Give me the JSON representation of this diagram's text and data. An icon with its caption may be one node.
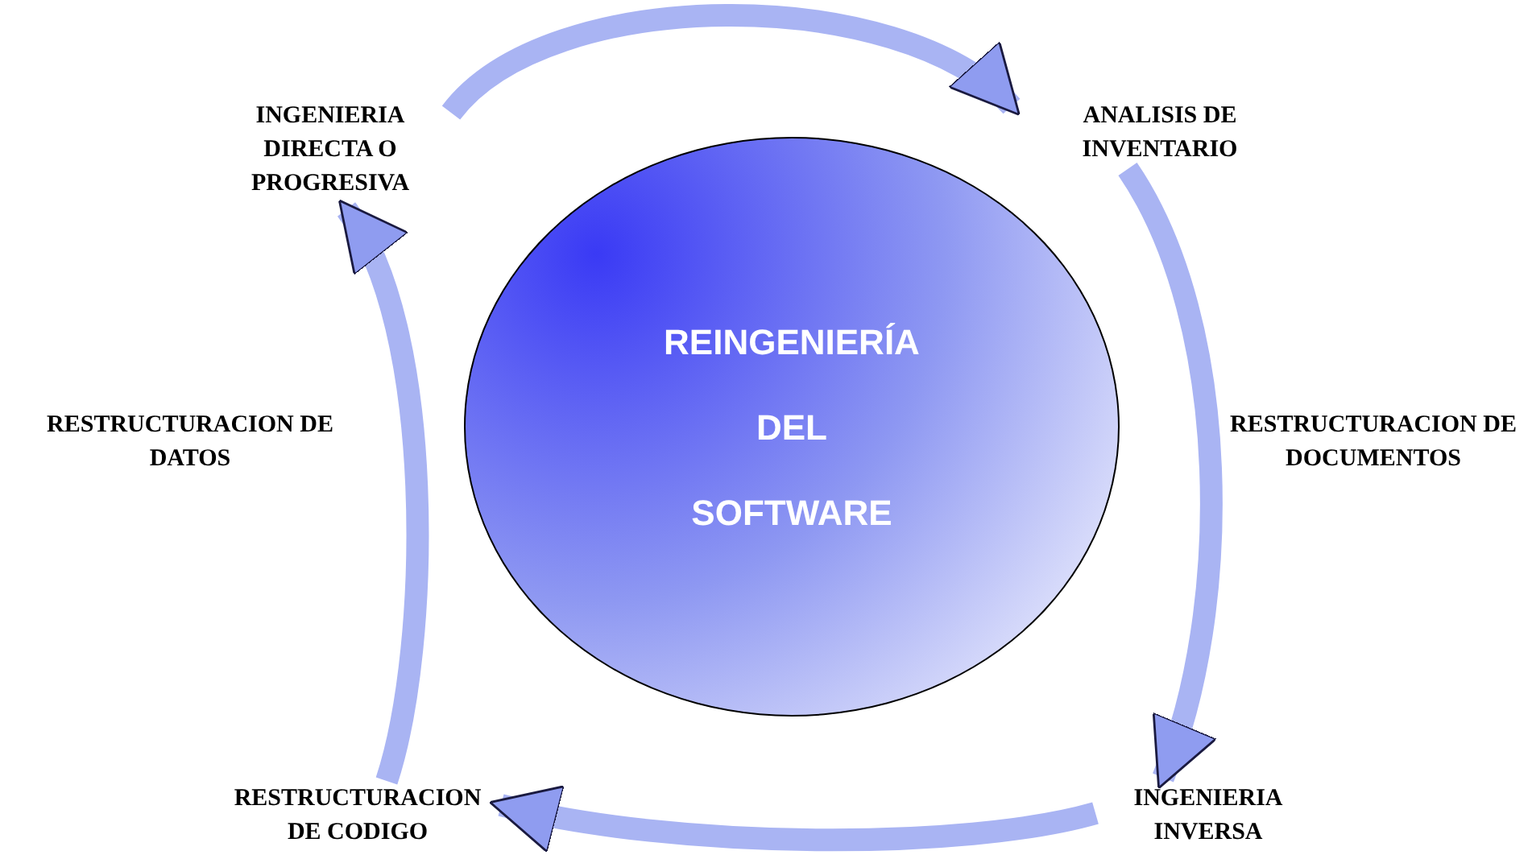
{
  "diagram": {
    "nodes": [
      {
        "text": [
          "REINGENIERÍA DEL SOFTWARE"
        ]
      },
      {
        "text": [
          "INGENIERIA DIRECTA O PROGRESIVA"
        ]
      },
      {
        "text": [
          "ANALISIS DE INVENTARIO"
        ]
      },
      {
        "text": [
          "RESTRUCTURACION DE DATOS"
        ]
      },
      {
        "text": [
          "RESTRUCTURACION DE DOCUMENTOS"
        ]
      },
      {
        "text": [
          "RESTRUCTURACION DE CODIGO"
        ]
      },
      {
        "text": [
          "INGENIERIA INVERSA"
        ]
      }
    ],
    "edges": [
      {
        "from": 1,
        "to": 2,
        "arrow": "to"
      },
      {
        "from": 2,
        "to": 6,
        "arrow": "to"
      },
      {
        "from": 6,
        "to": 5,
        "arrow": "to"
      },
      {
        "from": 5,
        "to": 1,
        "arrow": "to"
      }
    ]
  }
}
